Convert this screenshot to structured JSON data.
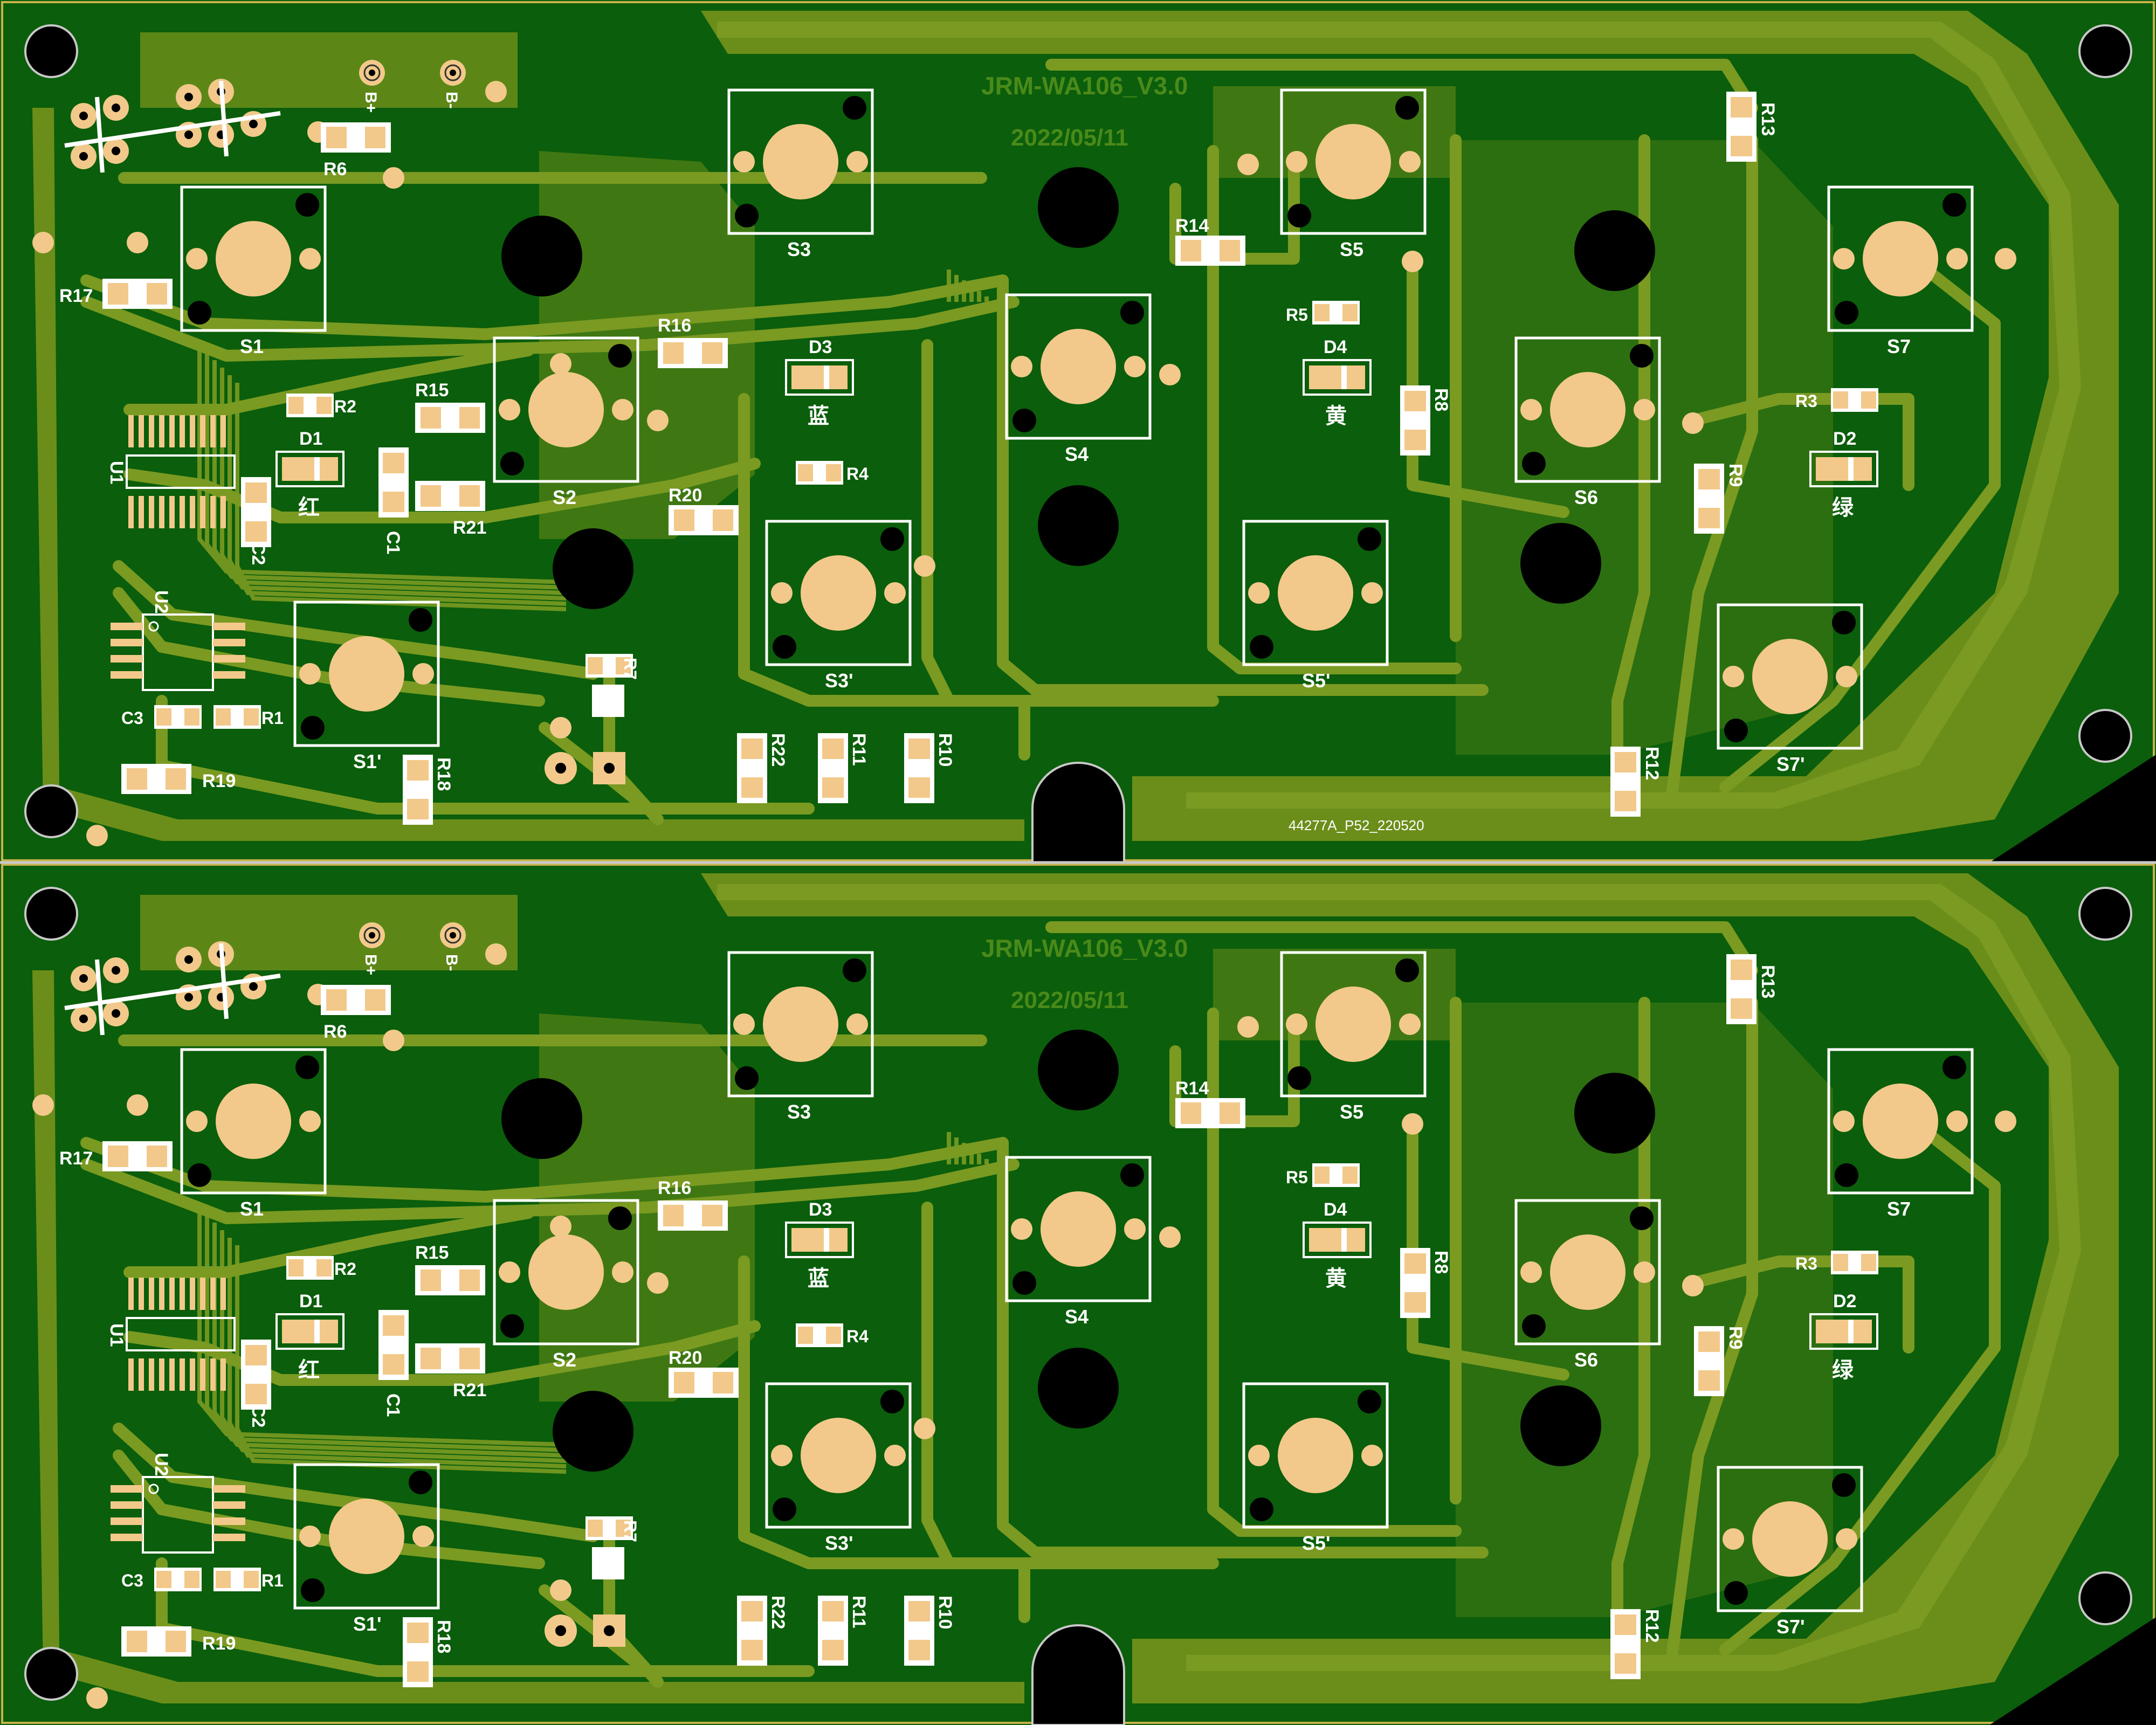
{
  "colors": {
    "board": "#0b5e0b",
    "copper": "#6b8e1a",
    "trace": "#7a9a22",
    "pad": "#f2c98a",
    "silk": "#ffffff",
    "hole": "#000000",
    "faint_text": "#4a8a1a"
  },
  "board_title": "JRM-WA106_V3.0",
  "board_date": "2022/05/11",
  "lot_code": "44277A_P52_220520",
  "led_labels": {
    "D1": "红",
    "D3": "蓝",
    "D4": "黄",
    "D2": "绿"
  },
  "power_labels": {
    "pos": "B+",
    "neg": "B-"
  },
  "switches": [
    "S1",
    "S2",
    "S3",
    "S4",
    "S5",
    "S6",
    "S7",
    "S1'",
    "S3'",
    "S5'",
    "S7'"
  ],
  "resistors": [
    "R1",
    "R2",
    "R3",
    "R4",
    "R5",
    "R6",
    "R7",
    "R8",
    "R9",
    "R10",
    "R11",
    "R12",
    "R13",
    "R14",
    "R15",
    "R16",
    "R17",
    "R18",
    "R19",
    "R20",
    "R21",
    "R22"
  ],
  "capacitors": [
    "C1",
    "C2",
    "C3"
  ],
  "leds": [
    "D1",
    "D2",
    "D3",
    "D4"
  ],
  "ics": [
    "U1",
    "U2"
  ],
  "panel_count": 2
}
